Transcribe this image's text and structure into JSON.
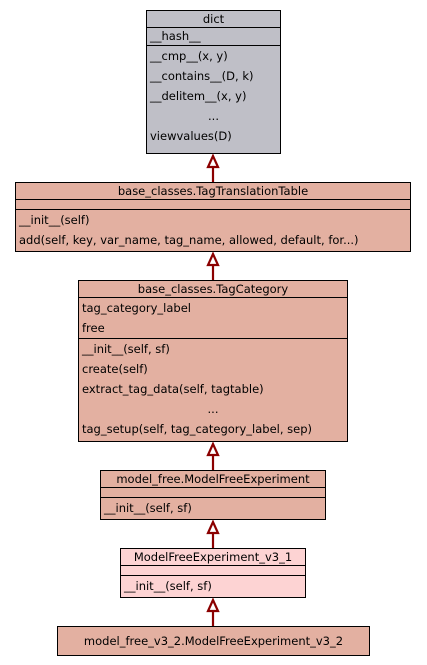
{
  "colors": {
    "root": "#bfbfc7",
    "ancestor": "#e3b0a1",
    "parent": "#fdd3d3",
    "arrow": "#8b0000"
  },
  "classes": {
    "dict": {
      "name": "dict",
      "attributes": [
        "__hash__"
      ],
      "methods": [
        "__cmp__(x, y)",
        "__contains__(D, k)",
        "__delitem__(x, y)",
        "...",
        "viewvalues(D)"
      ]
    },
    "tag_translation_table": {
      "name": "base_classes.TagTranslationTable",
      "attributes": [],
      "methods": [
        "__init__(self)",
        "add(self, key, var_name, tag_name, allowed, default, for...)"
      ]
    },
    "tag_category": {
      "name": "base_classes.TagCategory",
      "attributes": [
        "tag_category_label",
        "free"
      ],
      "methods": [
        "__init__(self, sf)",
        "create(self)",
        "extract_tag_data(self, tagtable)",
        "...",
        "tag_setup(self, tag_category_label, sep)"
      ]
    },
    "model_free_experiment": {
      "name": "model_free.ModelFreeExperiment",
      "attributes": [],
      "methods": [
        "__init__(self, sf)"
      ]
    },
    "model_free_experiment_v3_1": {
      "name": "ModelFreeExperiment_v3_1",
      "attributes": [],
      "methods": [
        "__init__(self, sf)"
      ]
    },
    "model_free_experiment_v3_2": {
      "name": "model_free_v3_2.ModelFreeExperiment_v3_2"
    }
  }
}
